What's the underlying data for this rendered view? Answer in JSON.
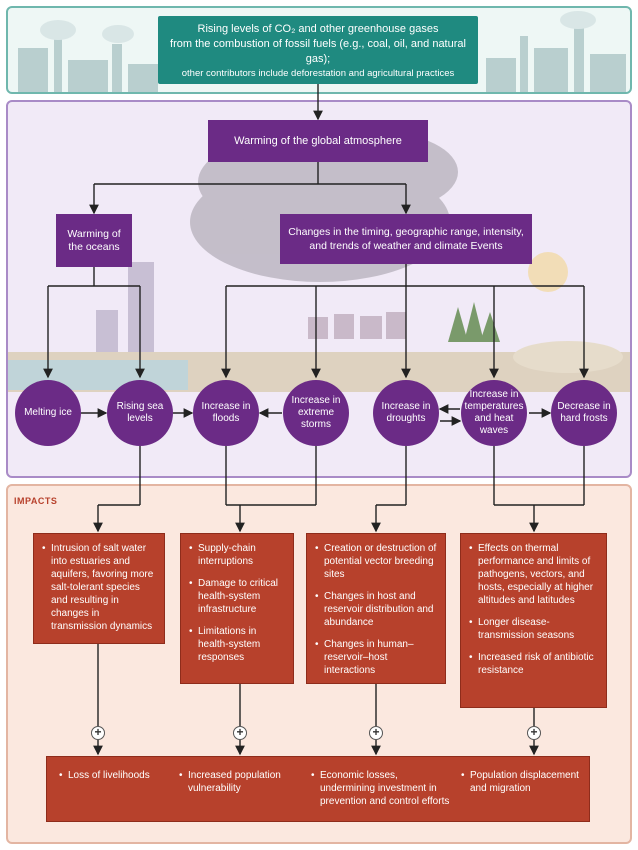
{
  "top": {
    "line1": "Rising levels of CO₂ and other greenhouse gases",
    "line2": "from the combustion of fossil fuels (e.g., coal, oil, and natural gas);",
    "line3": "other contributors include deforestation and agricultural practices"
  },
  "warming_atmosphere": "Warming of the global atmosphere",
  "warming_oceans": "Warming of the oceans",
  "weather_changes": "Changes in the timing, geographic range, intensity, and trends of weather and climate Events",
  "effects": [
    "Melting ice",
    "Rising sea levels",
    "Increase in floods",
    "Increase in extreme storms",
    "Increase in droughts",
    "Increase in temperatures and heat waves",
    "Decrease in hard frosts"
  ],
  "impacts_title": "IMPACTS",
  "impact_boxes": [
    [
      "Intrusion of salt water into estuaries and aquifers, favoring more salt-tolerant species and resulting in changes in transmission dynamics"
    ],
    [
      "Supply-chain interruptions",
      "Damage to critical health-system infrastructure",
      "Limitations in health-system responses"
    ],
    [
      "Creation or destruction of potential vector breeding sites",
      "Changes in host and reservoir distribution and abundance",
      "Changes in human–reservoir–host interactions"
    ],
    [
      "Effects on thermal performance and limits of pathogens, vectors, and hosts, especially at higher altitudes and latitudes",
      "Longer disease-transmission seasons",
      "Increased risk of antibiotic resistance"
    ]
  ],
  "bottom": [
    "Loss of livelihoods",
    "Increased population vulnerability",
    "Economic losses, undermining investment in prevention and control efforts",
    "Population displacement and migration"
  ],
  "plus_symbol": "+",
  "colors": {
    "teal": "#1f8a80",
    "purple": "#6b2b86",
    "red": "#b7412c"
  }
}
